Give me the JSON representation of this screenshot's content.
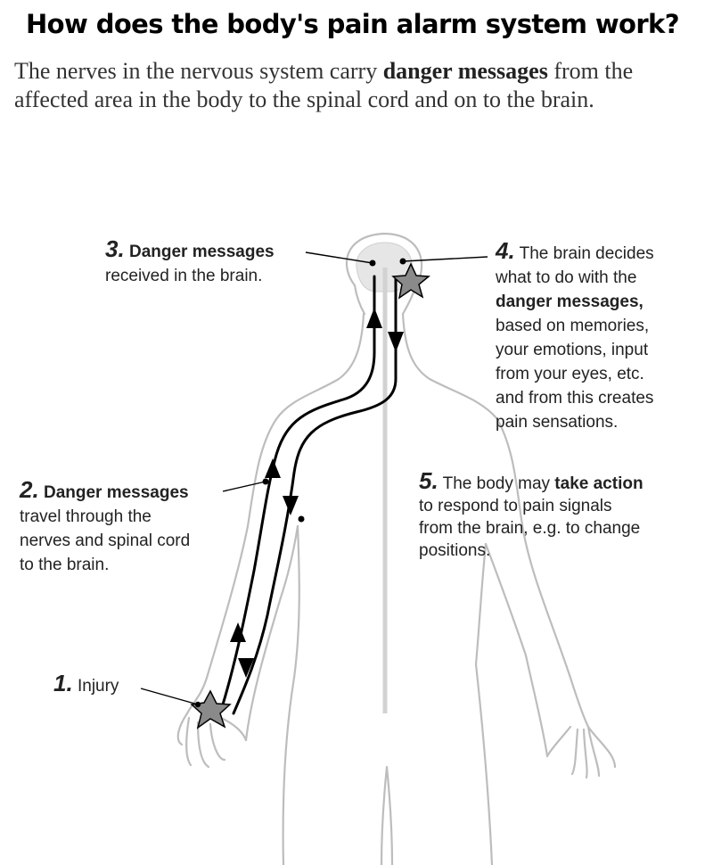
{
  "title": "How does the body's pain alarm system work?",
  "intro": {
    "before": "The nerves in the nervous system carry ",
    "bold": "danger messages",
    "after": " from the affected area in the body to the spinal cord and on to the brain."
  },
  "steps": {
    "s1": {
      "num": "1.",
      "text": "Injury"
    },
    "s2": {
      "num": "2.",
      "bold": "Danger messages",
      "lines": [
        "travel through the",
        "nerves and spinal cord",
        "to the brain."
      ]
    },
    "s3": {
      "num": "3.",
      "bold": "Danger messages",
      "lines": [
        "received in the brain."
      ]
    },
    "s4": {
      "num": "4.",
      "first": "The brain decides",
      "line2": "what to do with the",
      "bold": "danger messages,",
      "lines": [
        "based on memories,",
        "your emotions, input",
        "from your eyes, etc.",
        "and from this creates",
        "pain sensations."
      ]
    },
    "s5": {
      "num": "5.",
      "before": "The body may ",
      "bold": "take action",
      "lines": [
        "to respond to pain signals",
        "from the brain, e.g. to change",
        "positions."
      ]
    }
  },
  "colors": {
    "outline": "#bdbdbd",
    "arrow": "#000000",
    "star": "#8a8a8a",
    "spine": "#d2d2d2"
  }
}
